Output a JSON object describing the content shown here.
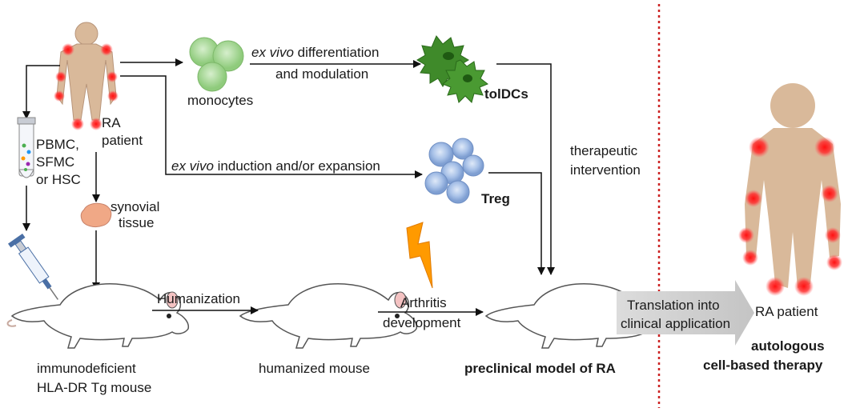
{
  "colors": {
    "skin": "#d9b99a",
    "skin_stroke": "#b8957a",
    "inflammation": "#ff2a2a",
    "monocyte": "#a9d99a",
    "toldc": "#3f8a2a",
    "treg": "#9bb8e0",
    "tissue": "#f0a886",
    "lightning": "#ff9a00",
    "divider": "#cc2222",
    "translation_arrow": "#d6d6d6",
    "arrow": "#111111"
  },
  "labels": {
    "ra_patient_line1": "RA",
    "ra_patient_line2": "patient",
    "monocytes": "monocytes",
    "ex_vivo_diff_italic": "ex vivo",
    "ex_vivo_diff_rest": " differentiation",
    "and_modulation": "and modulation",
    "toldcs": "tolDCs",
    "pbmc_line1": "PBMC,",
    "pbmc_line2": "SFMC",
    "pbmc_line3": "or HSC",
    "ex_vivo_ind_italic": "ex vivo",
    "ex_vivo_ind_rest": " induction and/or expansion",
    "treg": "Treg",
    "therapeutic_line1": "therapeutic",
    "therapeutic_line2": "intervention",
    "synovial_line1": "synovial",
    "synovial_line2": "tissue",
    "humanization": "Humanization",
    "arthritis_line1": "Arthritis",
    "arthritis_line2": "development",
    "translation_line1": "Translation into",
    "translation_line2": "clinical application",
    "ra_patient_right": "RA patient",
    "immunodeficient_line1": "immunodeficient",
    "immunodeficient_line2": "HLA-DR Tg mouse",
    "humanized_mouse": "humanized mouse",
    "preclinical": "preclinical model of RA",
    "autologous_line1": "autologous",
    "autologous_line2": "cell-based therapy"
  }
}
